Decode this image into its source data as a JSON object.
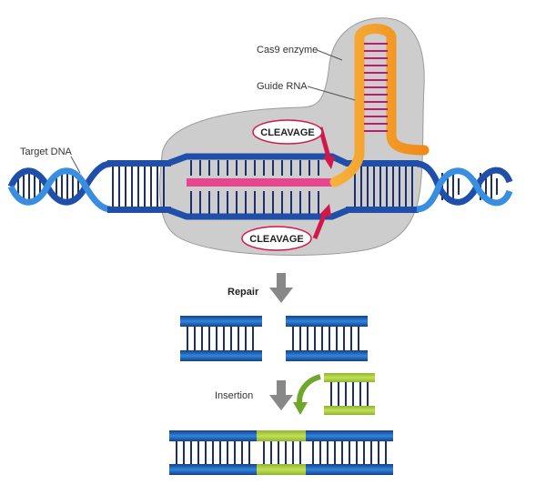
{
  "labels": {
    "target_dna": "Target DNA",
    "cas9_enzyme": "Cas9 enzyme",
    "guide_rna": "Guide RNA",
    "cleavage_top": "CLEAVAGE",
    "cleavage_bottom": "CLEAVAGE",
    "repair": "Repair",
    "insertion": "Insertion"
  },
  "colors": {
    "dna_dark": "#1f4a9c",
    "dna_light": "#2a7fd4",
    "rungs": "#1c2f6e",
    "enzyme": "#c8c8c8",
    "guide_rna": "#e5468f",
    "rna_hairpin": "#f39a1e",
    "cleavage_arrow": "#d4174a",
    "insert": "#a6c93a",
    "process_arrow": "#888888",
    "insert_arrow": "#6fa72a"
  },
  "icons": [
    "down-arrow-icon",
    "curved-insert-arrow-icon",
    "cleavage-arrow-icon"
  ]
}
